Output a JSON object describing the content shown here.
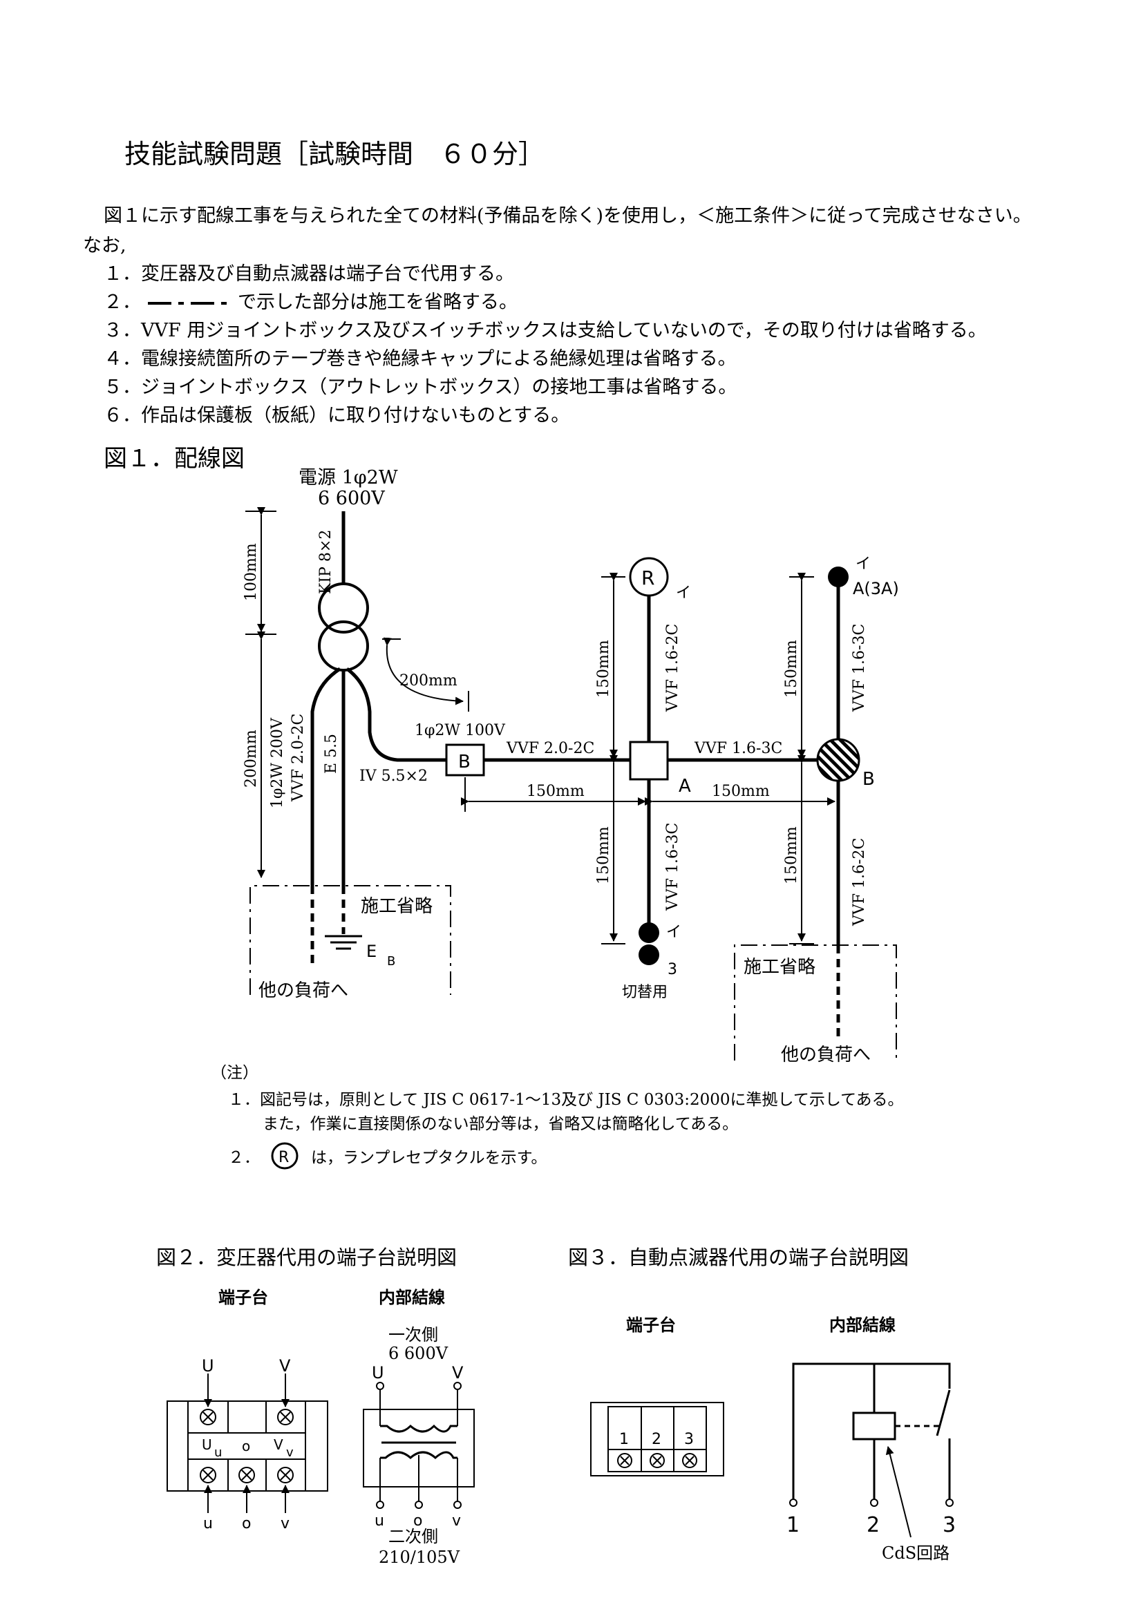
{
  "title": "技能試験問題［試験時間　６０分］",
  "intro": {
    "sentence": "図１に示す配線工事を与えられた全ての材料(予備品を除く)を使用し，＜施工条件＞に従って完成させなさい。",
    "nao": "なお,"
  },
  "conditions": [
    "１．変圧器及び自動点滅器は端子台で代用する。",
    "２．",
    "で示した部分は施工を省略する。",
    "３．VVF 用ジョイントボックス及びスイッチボックスは支給していないので，その取り付けは省略する。",
    "４．電線接続箇所のテープ巻きや絶縁キャップによる絶縁処理は省略する。",
    "５．ジョイントボックス（アウトレットボックス）の接地工事は省略する。",
    "６．作品は保護板（板紙）に取り付けないものとする。"
  ],
  "fig1": {
    "title": "図１．配線図",
    "source_line1": "電源 1φ2W",
    "source_line2": "6 600V",
    "kip": "KIP 8×2",
    "dim_100": "100mm",
    "dim_200_left": "200mm",
    "dim_200_curve": "200mm",
    "secondary_200v": "1φ2W 200V",
    "vvf_20_2c_vertical": "VVF 2.0-2C",
    "e55": "E 5.5",
    "iv": "IV 5.5×2",
    "label_100v": "1φ2W 100V",
    "box_b": "B",
    "vvf_20_2c": "VVF 2.0-2C",
    "vvf_16_3c_h": "VVF 1.6-3C",
    "box_a_label": "A",
    "jb_b_label": "B",
    "dim_150_h1": "150mm",
    "dim_150_h2": "150mm",
    "dim_150_v1": "150mm",
    "dim_150_v2": "150mm",
    "dim_150_v3": "150mm",
    "dim_150_v4": "150mm",
    "receptacle_symbol": "R",
    "i_mark1": "イ",
    "i_mark2": "イ",
    "i_mark3": "イ",
    "a3a": "A(3A)",
    "vvf_16_2c_top": "VVF 1.6-2C",
    "vvf_16_3c_top": "VVF 1.6-3C",
    "vvf_16_3c_bottom": "VVF 1.6-3C",
    "vvf_16_2c_bottom": "VVF 1.6-2C",
    "switch_3": "3",
    "kirikae": "切替用",
    "omit1": "施工省略",
    "omit2": "施工省略",
    "ground_e": "E",
    "ground_b": "B",
    "other_load1": "他の負荷へ",
    "other_load2": "他の負荷へ"
  },
  "notes": {
    "header": "（注）",
    "n1a": "１．図記号は，原則として JIS C 0617-1～13及び JIS C 0303:2000に準拠して示してある。",
    "n1b": "また，作業に直接関係のない部分等は，省略又は簡略化してある。",
    "n2_num": "２．",
    "n2_symbol": "R",
    "n2_text": "は，ランプレセプタクルを示す。"
  },
  "fig2": {
    "title": "図２．変圧器代用の端子台説明図",
    "terminal_label": "端子台",
    "internal_label": "内部結線",
    "top_U": "U",
    "top_V": "V",
    "mid_Uu_U": "U",
    "mid_Uu_u": "u",
    "mid_o": "o",
    "mid_Vv_V": "V",
    "mid_Vv_v": "v",
    "bot_u": "u",
    "bot_o": "o",
    "bot_v": "v",
    "primary": "一次側",
    "primary_v": "6 600V",
    "int_U": "U",
    "int_V": "V",
    "int_u": "u",
    "int_o": "o",
    "int_v": "v",
    "secondary": "二次側",
    "secondary_v": "210/105V"
  },
  "fig3": {
    "title": "図３．自動点滅器代用の端子台説明図",
    "terminal_label": "端子台",
    "internal_label": "内部結線",
    "t1": "1",
    "t2": "2",
    "t3": "3",
    "w1": "1",
    "w2": "2",
    "w3": "3",
    "cds": "CdS回路"
  }
}
